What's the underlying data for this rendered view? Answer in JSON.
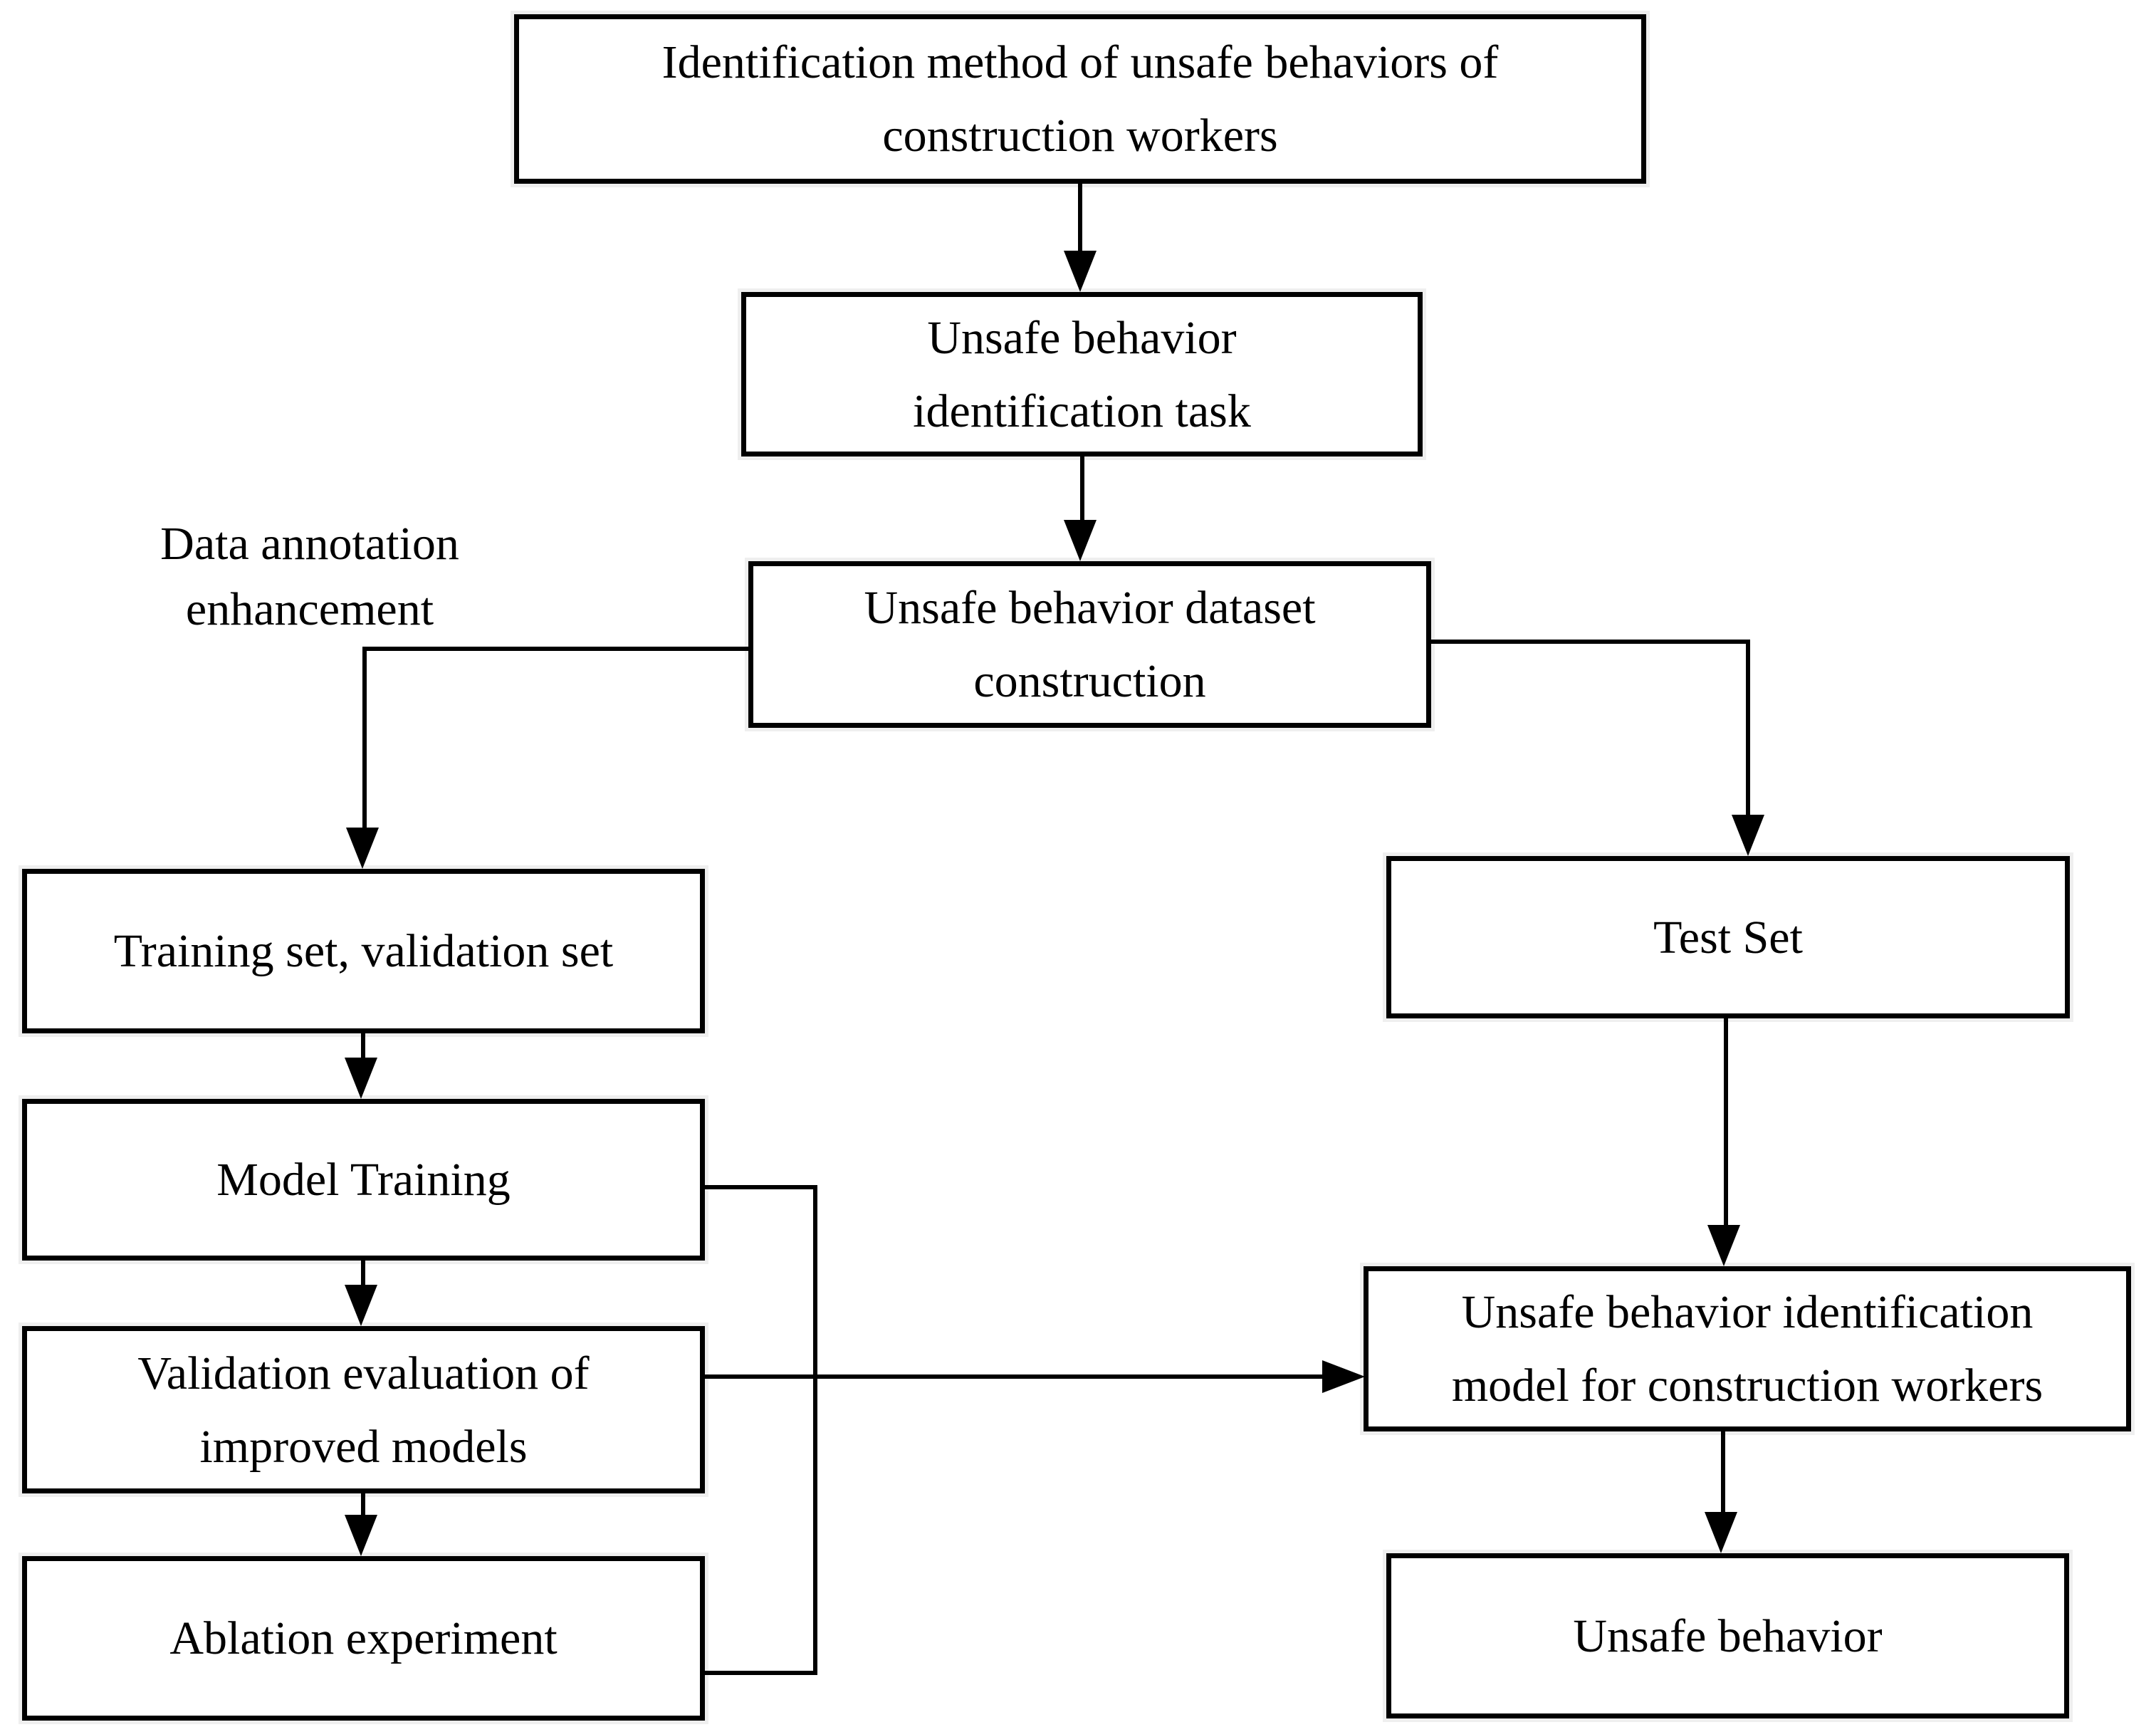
{
  "diagram": {
    "description_label": "flowchart",
    "colors": {
      "ink": "#000000",
      "paper": "#ffffff"
    }
  },
  "nodes": {
    "identification_method": {
      "lines": [
        "Identification method of unsafe behaviors of",
        "construction workers"
      ]
    },
    "identification_task": {
      "lines": [
        "Unsafe behavior",
        "identification task"
      ]
    },
    "dataset_construction": {
      "lines": [
        "Unsafe behavior dataset",
        "construction"
      ]
    },
    "training_validation": {
      "lines": [
        "Training set, validation set"
      ]
    },
    "model_training": {
      "lines": [
        "Model Training"
      ]
    },
    "validation_evaluation": {
      "lines": [
        "Validation evaluation of",
        "improved models"
      ]
    },
    "ablation_experiment": {
      "lines": [
        "Ablation experiment"
      ]
    },
    "test_set": {
      "lines": [
        "Test Set"
      ]
    },
    "identification_model": {
      "lines": [
        "Unsafe behavior identification",
        "model for construction workers"
      ]
    },
    "unsafe_behavior": {
      "lines": [
        "Unsafe behavior"
      ]
    }
  },
  "annotations": {
    "data_annotation": {
      "lines": [
        "Data annotation",
        "enhancement"
      ]
    }
  }
}
